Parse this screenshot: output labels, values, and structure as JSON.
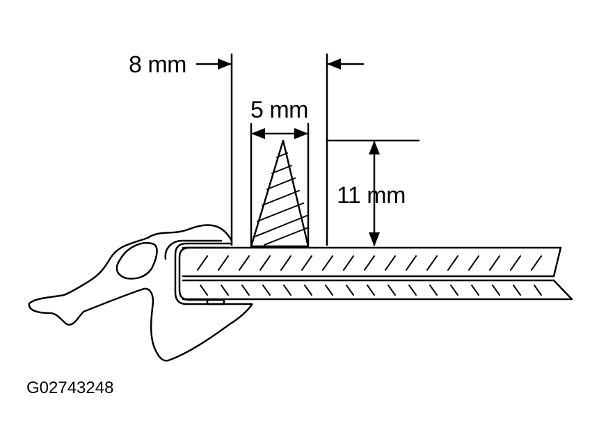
{
  "labels": {
    "gap_width": "8 mm",
    "bead_width": "5 mm",
    "bead_height": "11 mm",
    "figure_code": "G02743248"
  },
  "colors": {
    "line": "#000000",
    "background": "#ffffff"
  }
}
